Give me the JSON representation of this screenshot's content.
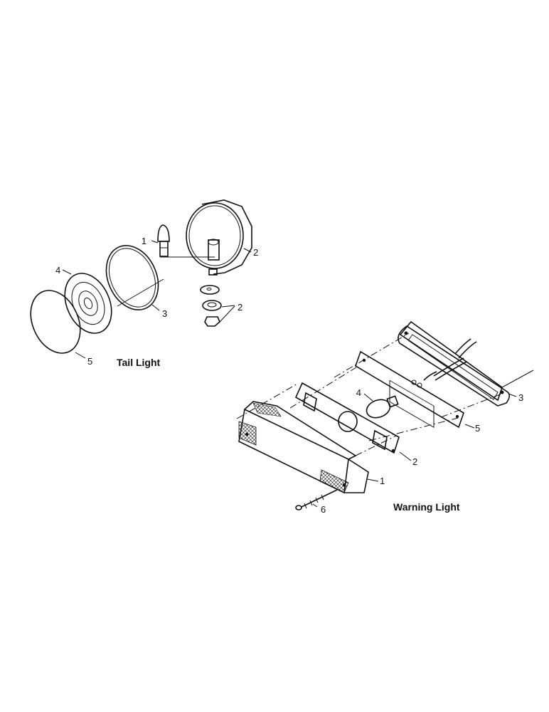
{
  "tail_light": {
    "title": "Tail Light",
    "callouts": {
      "bulb": "1",
      "housing": "2",
      "hardware": "2",
      "gasket": "3",
      "lens": "4",
      "ring": "5"
    }
  },
  "warning_light": {
    "title": "Warning Light",
    "callouts": {
      "lens": "1",
      "gasket": "2",
      "base": "3",
      "bulb": "4",
      "plate": "5",
      "screw": "6"
    }
  }
}
